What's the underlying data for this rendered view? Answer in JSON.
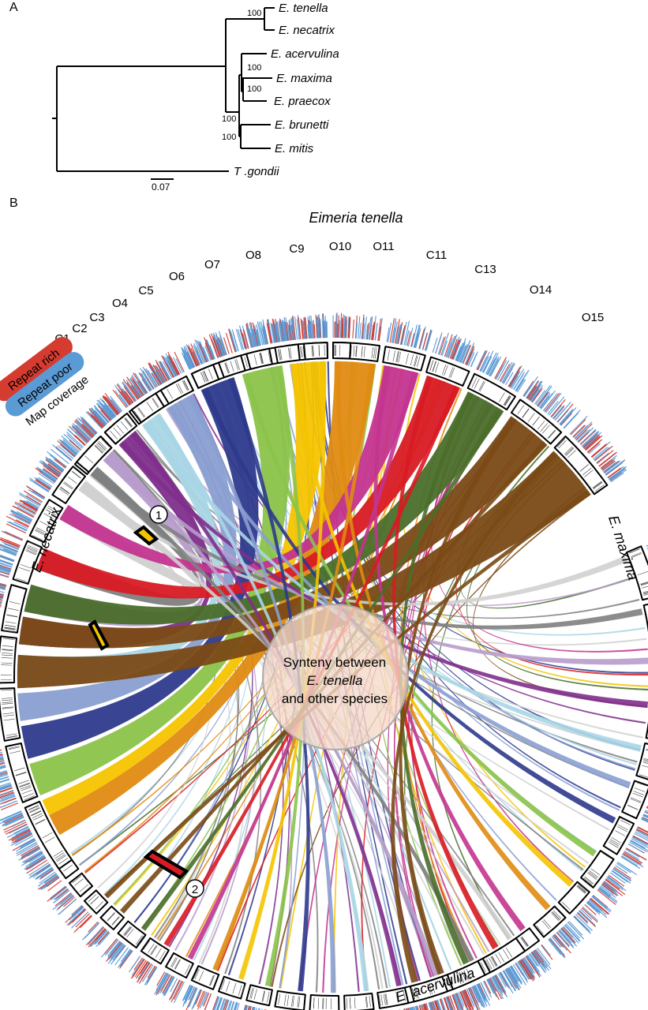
{
  "panel_a": {
    "label": "A",
    "taxa": [
      {
        "key": "tenella",
        "prefix": "E. ",
        "name": "tenella"
      },
      {
        "key": "necatrix",
        "prefix": "E. ",
        "name": "necatrix"
      },
      {
        "key": "acervulina",
        "prefix": "E. ",
        "name": "acervulina"
      },
      {
        "key": "maxima",
        "prefix": "E. ",
        "name": "maxima"
      },
      {
        "key": "praecox",
        "prefix": "E. ",
        "name": "praecox"
      },
      {
        "key": "brunetti",
        "prefix": "E. ",
        "name": "brunetti"
      },
      {
        "key": "mitis",
        "prefix": "E. ",
        "name": "mitis"
      },
      {
        "key": "gondii",
        "prefix": "T .",
        "name": "gondii"
      }
    ],
    "bootstraps": [
      "100",
      "100",
      "100",
      "100",
      "100"
    ],
    "scale_bar": "0.07"
  },
  "panel_b": {
    "label": "B",
    "title": "Eimeria tenella",
    "chromosomes": [
      "C1",
      "C2",
      "C3",
      "O4",
      "C5",
      "O6",
      "O7",
      "O8",
      "C9",
      "O10",
      "O11",
      "C11",
      "C13",
      "O14",
      "O15"
    ],
    "legend": {
      "repeat_rich": "Repeat rich",
      "repeat_poor": "Repeat poor",
      "map_coverage": "Map coverage"
    },
    "species": {
      "necatrix": "E. necatrix",
      "maxima": "E. maxima",
      "acervulina": "E. acervulina"
    },
    "center_label": {
      "line1": "Synteny between",
      "line2": "E. tenella",
      "line3": "and other species"
    },
    "markers": [
      "1",
      "2"
    ],
    "colors": {
      "repeat_rich": "#d63b2f",
      "repeat_poor": "#5b9bd5",
      "center_fill": "#f5d9c8",
      "ribbons": [
        "#d0d0d0",
        "#808080",
        "#b79ccc",
        "#7f2f8c",
        "#a9d6e5",
        "#8a9fd1",
        "#2e3a8c",
        "#8bc34a",
        "#f5c400",
        "#e08b12",
        "#c3348f",
        "#d81b24",
        "#4a6e2a",
        "#7a4a16"
      ]
    }
  }
}
